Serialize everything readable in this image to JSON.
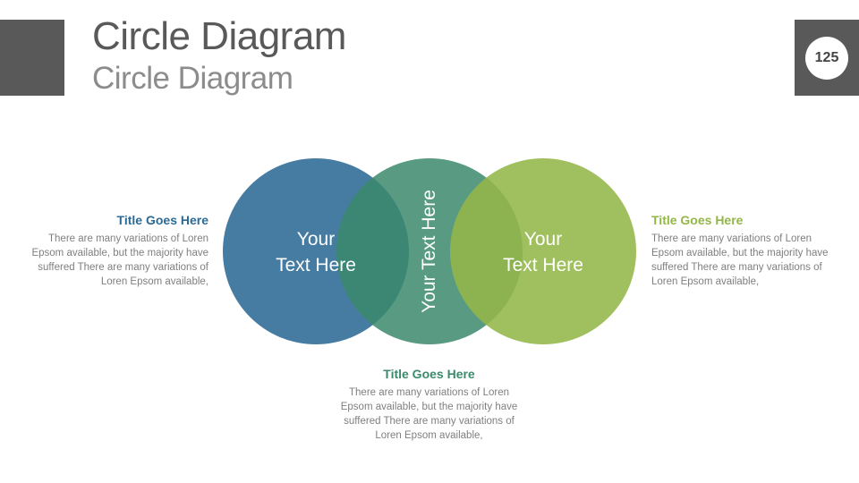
{
  "header": {
    "title": "Circle Diagram",
    "subtitle": "Circle Diagram",
    "page_number": "125"
  },
  "circles": [
    {
      "label": "Your Text Here",
      "line1": "Your",
      "line2": "Text Here",
      "color": "#2c6a94"
    },
    {
      "label": "Your Text Here",
      "color": "#3b8a6c"
    },
    {
      "label": "Your Text Here",
      "line1": "Your",
      "line2": "Text Here",
      "color": "#93b648"
    }
  ],
  "blurbs": [
    {
      "title": "Title Goes Here",
      "body": "There are many variations of Loren Epsom available, but the majority have suffered  There are many variations of Loren Epsom available,",
      "color": "#2c6a94"
    },
    {
      "title": "Title Goes Here",
      "body": "There are many variations of Loren Epsom available, but the majority have suffered  There are many variations of Loren Epsom available,",
      "color": "#3b8a6c"
    },
    {
      "title": "Title Goes Here",
      "body": "There are many variations of Loren Epsom available, but the majority have suffered  There are many variations of Loren Epsom available,",
      "color": "#93b648"
    }
  ]
}
